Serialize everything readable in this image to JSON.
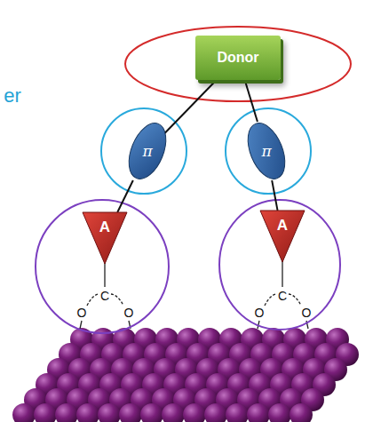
{
  "diagram": {
    "nodes": [
      {
        "text": [
          "Donor"
        ]
      },
      {
        "text": [
          "π"
        ]
      },
      {
        "text": [
          "π"
        ]
      },
      {
        "text": [
          "A"
        ]
      },
      {
        "text": [
          "A"
        ]
      }
    ],
    "edges": [
      {
        "from": 0,
        "to": 1,
        "arrow": "none"
      },
      {
        "from": 0,
        "to": 2,
        "arrow": "none"
      },
      {
        "from": 1,
        "to": 3,
        "arrow": "none"
      },
      {
        "from": 2,
        "to": 4,
        "arrow": "none"
      }
    ],
    "labels": [
      "er",
      "O",
      "C",
      "O",
      "O",
      "C",
      "O"
    ]
  }
}
